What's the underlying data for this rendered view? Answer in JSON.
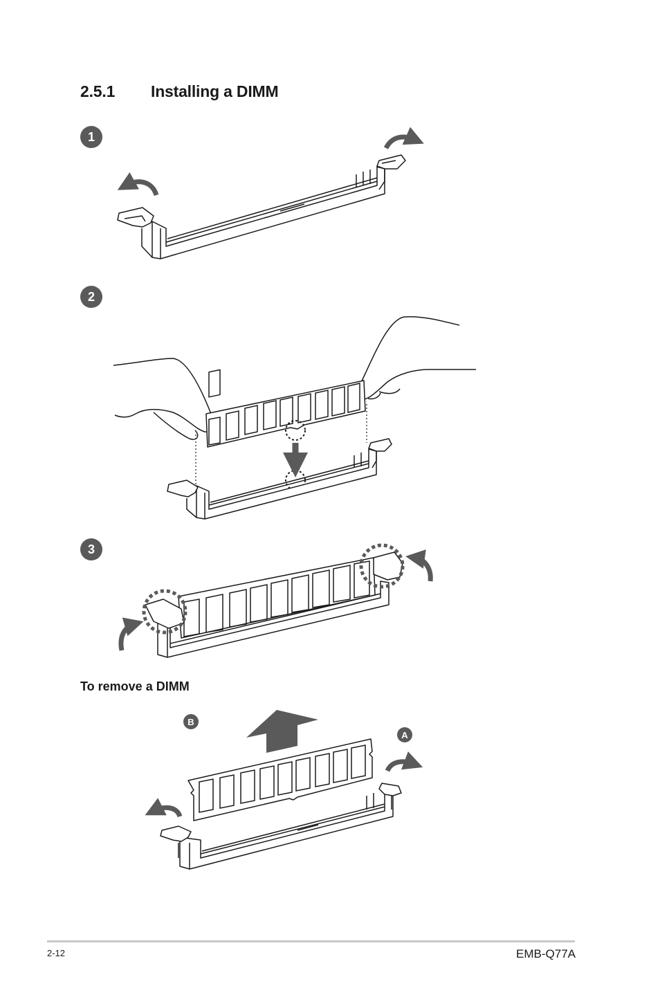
{
  "section": {
    "number": "2.5.1",
    "title": "Installing a DIMM"
  },
  "steps": [
    {
      "label": "1"
    },
    {
      "label": "2"
    },
    {
      "label": "3"
    }
  ],
  "remove": {
    "heading": "To remove a DIMM",
    "label_a": "A",
    "label_b": "B"
  },
  "footer": {
    "page": "2-12",
    "model": "EMB-Q77A"
  },
  "colors": {
    "badge": "#5a5a5a",
    "arrow": "#5a5a5a",
    "line": "#1a1a1a",
    "rule": "#c8c8c8"
  }
}
